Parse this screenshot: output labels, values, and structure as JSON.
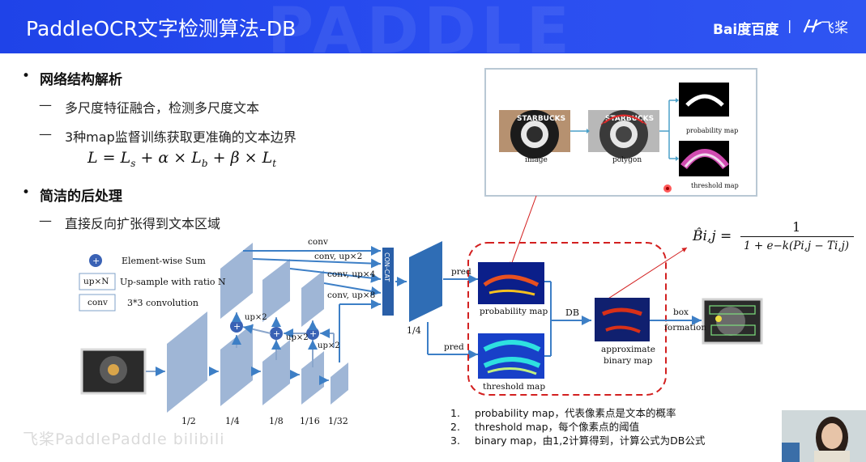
{
  "header": {
    "title": "PaddleOCR文字检测算法-DB",
    "watermark": "PADDLE",
    "logo_text": "Bai度百度",
    "separator": "|",
    "brand": "飞桨"
  },
  "bullets": {
    "b1": "网络结构解析",
    "b1_sub1": "多尺度特征融合，检测多尺度文本",
    "b1_sub2": "3种map监督训练获取更准确的文本边界",
    "b2": "简洁的后处理",
    "b2_sub1": "直接反向扩张得到文本区域",
    "dash": "—",
    "dot": "•"
  },
  "top_figure": {
    "image_label": "image",
    "polygon_label": "polygon",
    "prob_label": "probability map",
    "thresh_label": "threshold map"
  },
  "formula": {
    "b_lhs": "B̂i,j =",
    "numerator": "1",
    "denominator": "1 + e−k(Pi,j − Ti,j)"
  },
  "legend": {
    "sum_label": "Element-wise Sum",
    "up_box": "up×N",
    "up_label": "Up-sample with ratio N",
    "conv_box": "conv",
    "conv_label": "3*3 convolution"
  },
  "arch": {
    "conv": "conv",
    "conv_up2": "conv, up×2",
    "conv_up4": "conv, up×4",
    "conv_up8": "conv, up×8",
    "concat": "CON-CAT",
    "up2_a": "up×2",
    "up2_b": "up×2",
    "up2_c": "up×2",
    "scale_1_2": "1/2",
    "scale_1_4": "1/4",
    "scale_1_8": "1/8",
    "scale_1_16": "1/16",
    "scale_1_32": "1/32",
    "scale_out": "1/4",
    "pred_top": "pred",
    "pred_bottom": "pred",
    "prob_map": "probability map",
    "thresh_map": "threshold map",
    "db": "DB",
    "approx": "approximate",
    "binary": "binary map",
    "box": "box",
    "formation": "formation"
  },
  "notes": [
    {
      "num": "1.",
      "text": "probability map，代表像素点是文本的概率"
    },
    {
      "num": "2.",
      "text": "threshold map，每个像素点的阈值"
    },
    {
      "num": "3.",
      "text": "binary map，由1,2计算得到，计算公式为DB公式"
    }
  ],
  "bottom_watermark": "飞桨PaddlePaddle bilibili",
  "colors": {
    "header_blue": "#2447ec",
    "arch_blue": "#9fb6d6",
    "arrow_blue": "#3d7fc6",
    "dashed_red": "#d32020",
    "concat_blue": "#2a5fa8"
  }
}
